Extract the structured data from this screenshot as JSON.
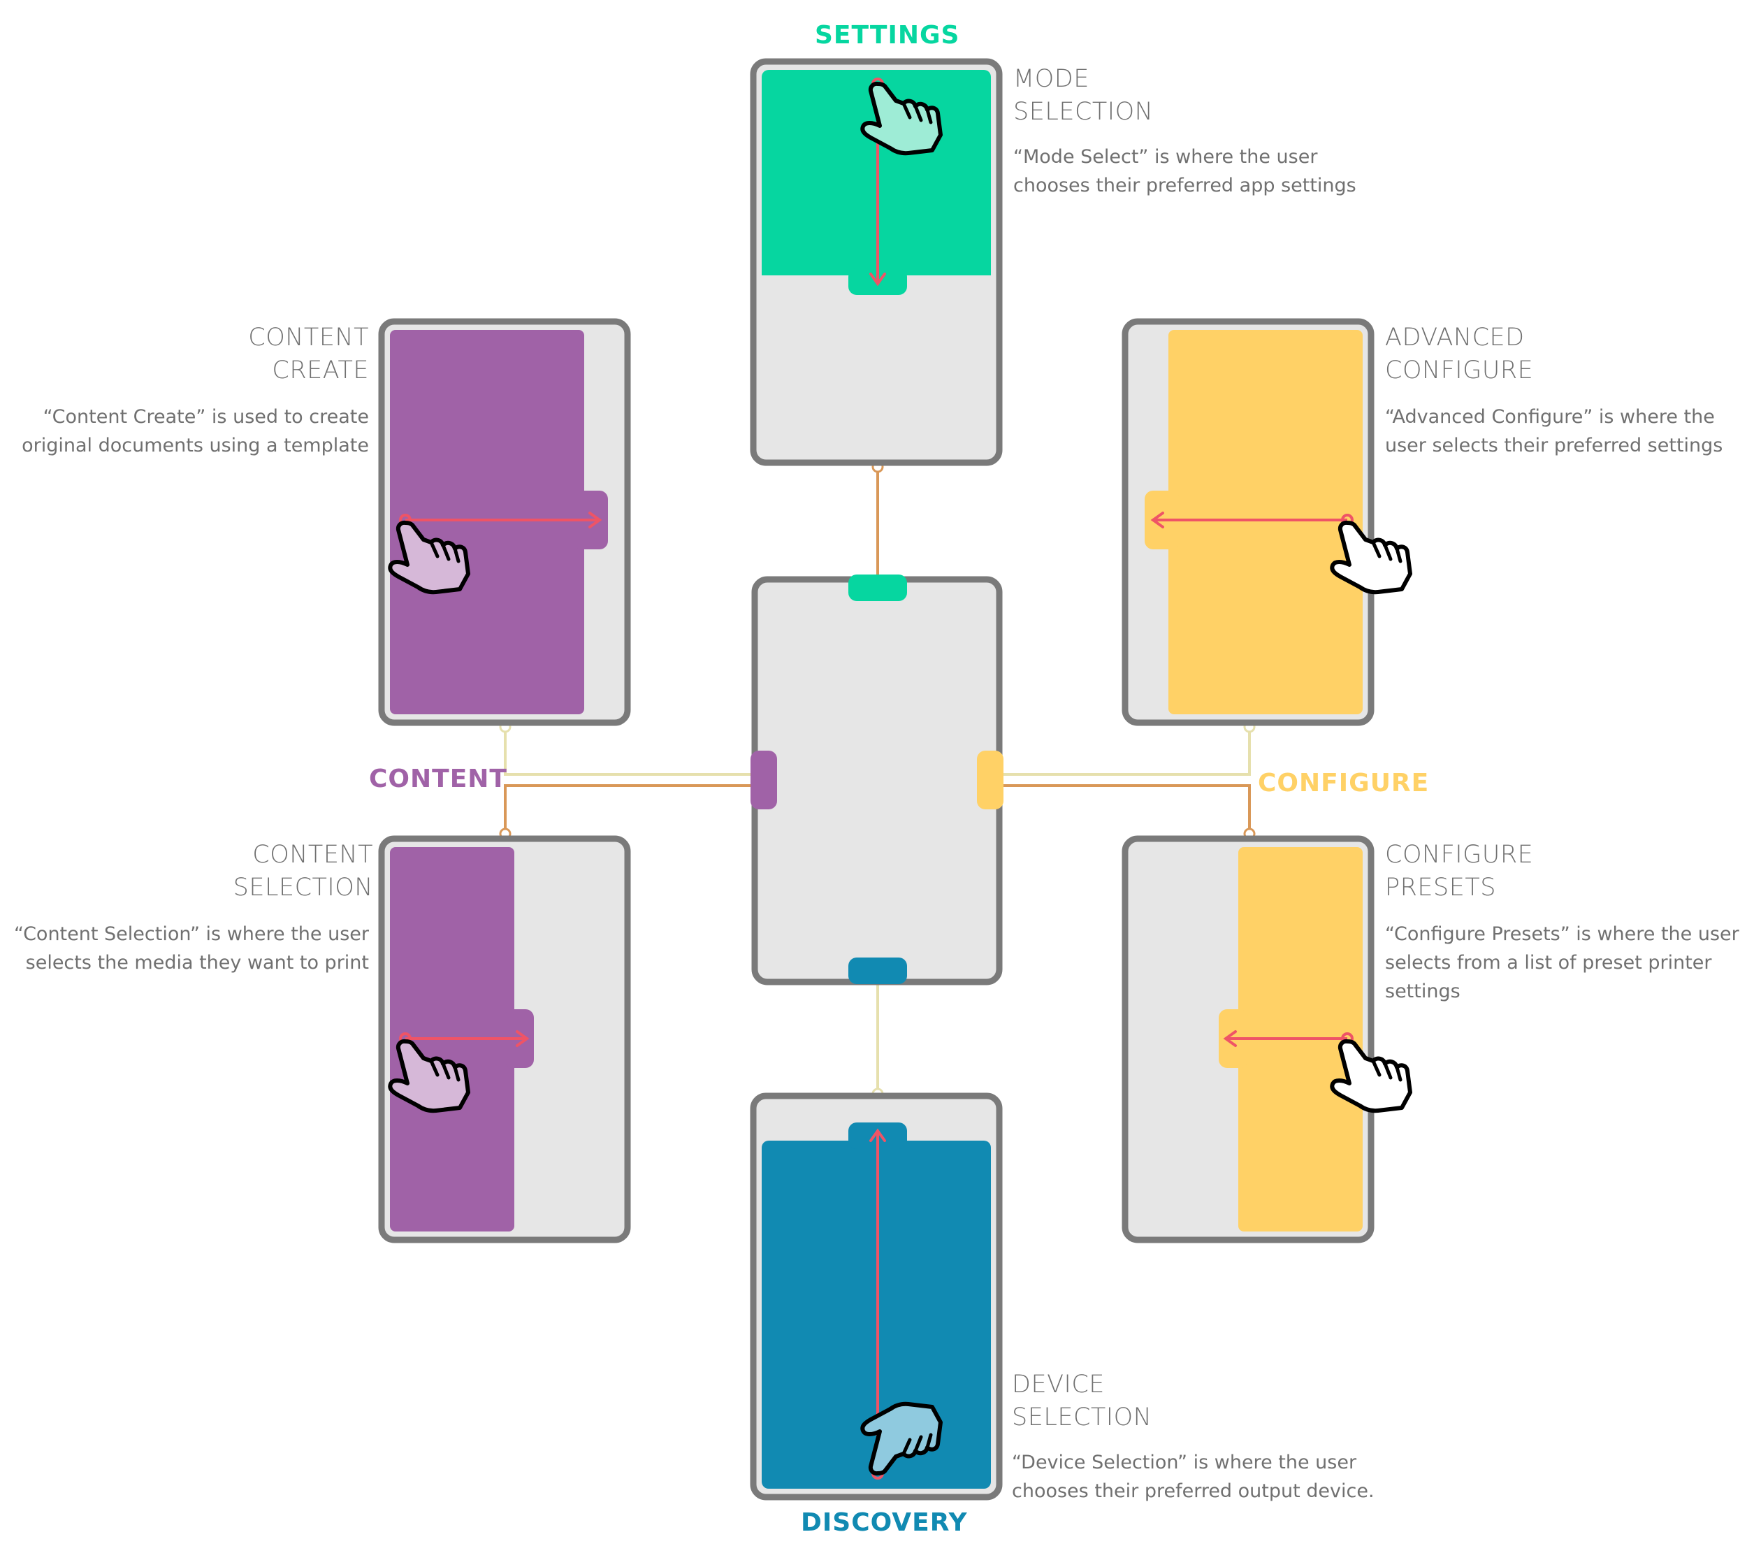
{
  "colors": {
    "frame": "#7a7a7a",
    "screen": "#e6e6e6",
    "settings": "#06d6a0",
    "content": "#a062a7",
    "configure": "#ffd166",
    "discovery": "#118ab2",
    "gesture_arrow": "#ef5466",
    "connector_orange": "#d99858",
    "connector_cream": "#e6e0ad"
  },
  "categories": {
    "settings": "SETTINGS",
    "content": "CONTENT",
    "configure": "CONFIGURE",
    "discovery": "DISCOVERY"
  },
  "screens": {
    "mode_selection": {
      "title_line1": "MODE",
      "title_line2": "SELECTION",
      "desc_line1": "“Mode Select” is where the user",
      "desc_line2": "chooses their preferred app settings",
      "gesture": "swipe-down",
      "hand_icon": "pointing-hand-icon"
    },
    "content_create": {
      "title_line1": "CONTENT",
      "title_line2": "CREATE",
      "desc_line1": "“Content Create” is used to create",
      "desc_line2": "original documents using a template",
      "gesture": "swipe-right",
      "hand_icon": "pointing-hand-icon"
    },
    "advanced_configure": {
      "title_line1": "ADVANCED",
      "title_line2": "CONFIGURE",
      "desc_line1": "“Advanced Configure” is where the",
      "desc_line2": "user selects their preferred settings",
      "gesture": "swipe-left",
      "hand_icon": "pointing-hand-icon"
    },
    "content_selection": {
      "title_line1": "CONTENT",
      "title_line2": "SELECTION",
      "desc_line1": "“Content Selection” is where the user",
      "desc_line2": "selects the media they want to print",
      "gesture": "swipe-right",
      "hand_icon": "pointing-hand-icon"
    },
    "configure_presets": {
      "title_line1": "CONFIGURE",
      "title_line2": "PRESETS",
      "desc_line1": "“Configure Presets” is where the user",
      "desc_line2": "selects from a list of preset printer",
      "desc_line3": "settings",
      "gesture": "swipe-left",
      "hand_icon": "pointing-hand-icon"
    },
    "device_selection": {
      "title_line1": "DEVICE",
      "title_line2": "SELECTION",
      "desc_line1": "“Device Selection” is where the user",
      "desc_line2": "chooses their preferred output device.",
      "gesture": "swipe-up",
      "hand_icon": "pointing-hand-icon"
    }
  }
}
